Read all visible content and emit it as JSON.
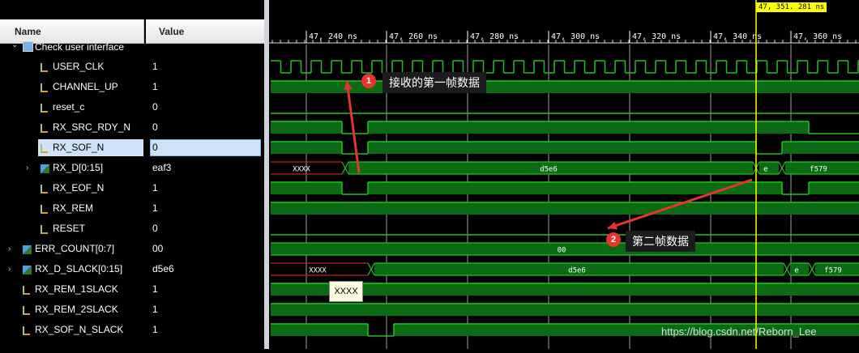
{
  "columns": {
    "name": "Name",
    "value": "Value"
  },
  "group": {
    "label": "Check user interface"
  },
  "signals": [
    {
      "name": "USER_CLK",
      "value": "1"
    },
    {
      "name": "CHANNEL_UP",
      "value": "1"
    },
    {
      "name": "reset_c",
      "value": "0"
    },
    {
      "name": "RX_SRC_RDY_N",
      "value": "0"
    },
    {
      "name": "RX_SOF_N",
      "value": "0"
    },
    {
      "name": "RX_D[0:15]",
      "value": "eaf3"
    },
    {
      "name": "RX_EOF_N",
      "value": "1"
    },
    {
      "name": "RX_REM",
      "value": "1"
    },
    {
      "name": "RESET",
      "value": "0"
    },
    {
      "name": "ERR_COUNT[0:7]",
      "value": "00"
    },
    {
      "name": "RX_D_SLACK[0:15]",
      "value": "d5e6"
    },
    {
      "name": "RX_REM_1SLACK",
      "value": "1"
    },
    {
      "name": "RX_REM_2SLACK",
      "value": "1"
    },
    {
      "name": "RX_SOF_N_SLACK",
      "value": "1"
    }
  ],
  "time_labels": [
    "47, 240 ns",
    "47, 260 ns",
    "47, 280 ns",
    "47, 300 ns",
    "47, 320 ns",
    "47, 340 ns",
    "47, 360 ns"
  ],
  "cursor_label": "47, 351. 281 ns",
  "bus_values": {
    "rx_d": [
      "XXXX",
      "d5e6",
      "e",
      "f579"
    ],
    "err_count": "00",
    "rx_d_slack": [
      "XXXX",
      "d5e6",
      "e",
      "f579"
    ]
  },
  "tooltip": "XXXX",
  "annotations": [
    {
      "num": "1",
      "text": "接收的第一帧数据"
    },
    {
      "num": "2",
      "text": "第二帧数据"
    }
  ],
  "watermark": "https://blog.csdn.net/Reborn_Lee",
  "colors": {
    "wave": "#22c022",
    "fill": "#0b6b14",
    "bus_x": "#c81e1e",
    "cursor": "#ffff00",
    "grid": "#c8c8c8",
    "arrow": "#e8342e"
  }
}
